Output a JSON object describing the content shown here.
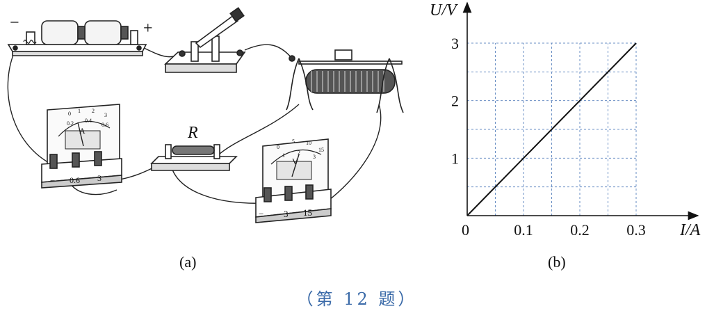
{
  "circuit": {
    "battery_minus": "−",
    "battery_plus": "+",
    "resistor_label": "R",
    "ammeter": {
      "symbol": "A",
      "terminal_minus": "−",
      "terminal_range": "0.6",
      "terminal_max": "3",
      "scale_ticks": [
        "0.2",
        "0.4",
        "0.6",
        "0",
        "1",
        "2",
        "3"
      ]
    },
    "voltmeter": {
      "symbol": "V",
      "terminal_minus": "−",
      "terminal_range": "3",
      "terminal_max": "15",
      "scale_ticks": [
        "0",
        "5",
        "10",
        "15",
        "1",
        "2",
        "3"
      ]
    },
    "panel_label": "(a)"
  },
  "graph_panel_label": "(b)",
  "chart_data": {
    "type": "line",
    "xlabel": "I/A",
    "ylabel": "U/V",
    "x_ticks": [
      "0.1",
      "0.2",
      "0.3"
    ],
    "y_ticks": [
      "1",
      "2",
      "3"
    ],
    "origin_label": "0",
    "xlim": [
      0,
      0.3
    ],
    "ylim": [
      0,
      3
    ],
    "grid": true,
    "series": [
      {
        "x": [
          0,
          0.3
        ],
        "y": [
          0,
          3
        ]
      }
    ]
  },
  "caption": "（第 12 题）"
}
